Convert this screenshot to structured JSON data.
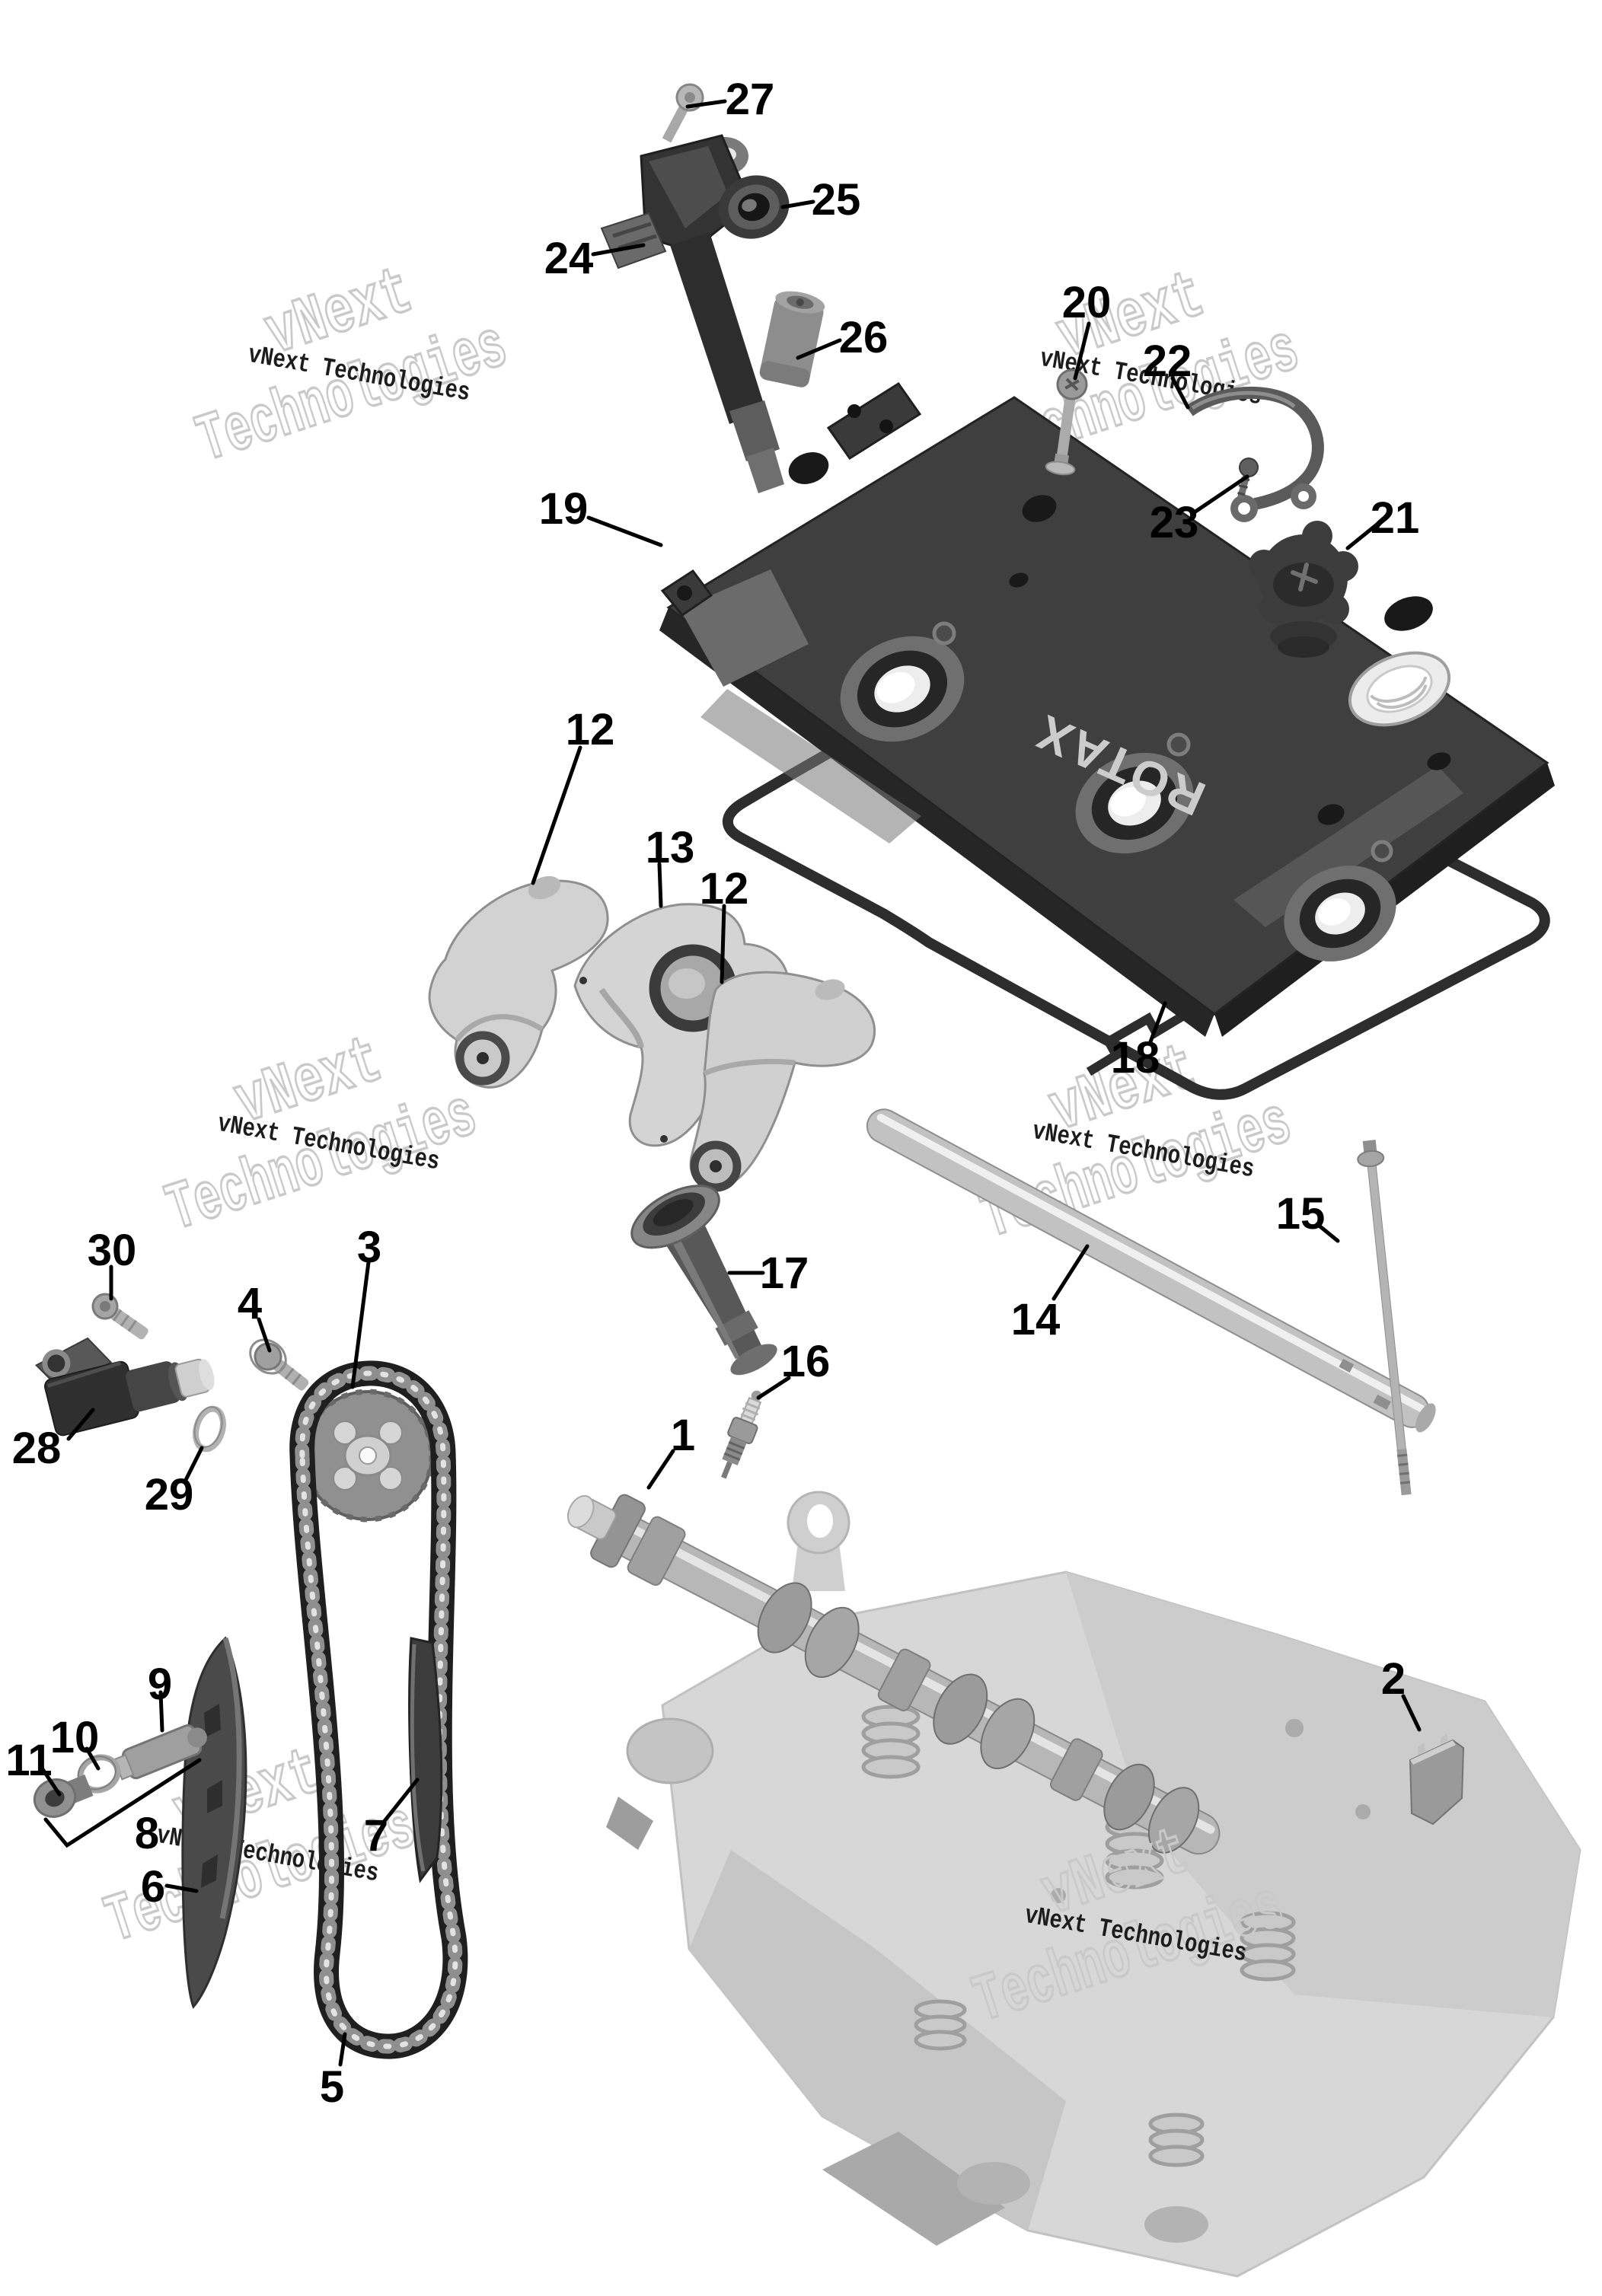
{
  "diagram": {
    "type": "exploded-parts-diagram",
    "subject": "engine valve train, camshaft and cylinder head",
    "brand_text": "ROTAX",
    "background_color": "#ffffff",
    "label_color": "#000000",
    "watermark": {
      "small": "vNext Technologies",
      "big_line1": "vNext",
      "big_line2": "Technologies",
      "outline_color": "#c9c9c9",
      "text_color": "#1c1c1c"
    },
    "callouts": [
      {
        "label": "27",
        "part": "coil-screw"
      },
      {
        "label": "25",
        "part": "seal-ring"
      },
      {
        "label": "24",
        "part": "ignition-coil"
      },
      {
        "label": "26",
        "part": "spark-plug-cap"
      },
      {
        "label": "20",
        "part": "stud-bolt"
      },
      {
        "label": "22",
        "part": "retaining-strap"
      },
      {
        "label": "23",
        "part": "strap-screw"
      },
      {
        "label": "21",
        "part": "oil-filler-cap"
      },
      {
        "label": "19",
        "part": "valve-cover"
      },
      {
        "label": "12",
        "part": "rocker-arm-left"
      },
      {
        "label": "13",
        "part": "rocker-arm-center"
      },
      {
        "label": "12",
        "part": "rocker-arm-right"
      },
      {
        "label": "18",
        "part": "valve-cover-gasket"
      },
      {
        "label": "15",
        "part": "long-bolt"
      },
      {
        "label": "14",
        "part": "rocker-shaft"
      },
      {
        "label": "30",
        "part": "sensor-bolt"
      },
      {
        "label": "4",
        "part": "sprocket-bolt"
      },
      {
        "label": "3",
        "part": "camshaft-sprocket"
      },
      {
        "label": "28",
        "part": "camshaft-position-sensor"
      },
      {
        "label": "29",
        "part": "sensor-o-ring"
      },
      {
        "label": "17",
        "part": "spark-plug-tube"
      },
      {
        "label": "16",
        "part": "spark-plug"
      },
      {
        "label": "1",
        "part": "camshaft"
      },
      {
        "label": "2",
        "part": "end-cap"
      },
      {
        "label": "9",
        "part": "tensioner-piston"
      },
      {
        "label": "10",
        "part": "tensioner-o-ring"
      },
      {
        "label": "11",
        "part": "tensioner-plug"
      },
      {
        "label": "8",
        "part": "chain-tensioner-assembly"
      },
      {
        "label": "6",
        "part": "chain-guide"
      },
      {
        "label": "7",
        "part": "tensioner-blade"
      },
      {
        "label": "5",
        "part": "timing-chain"
      }
    ]
  }
}
